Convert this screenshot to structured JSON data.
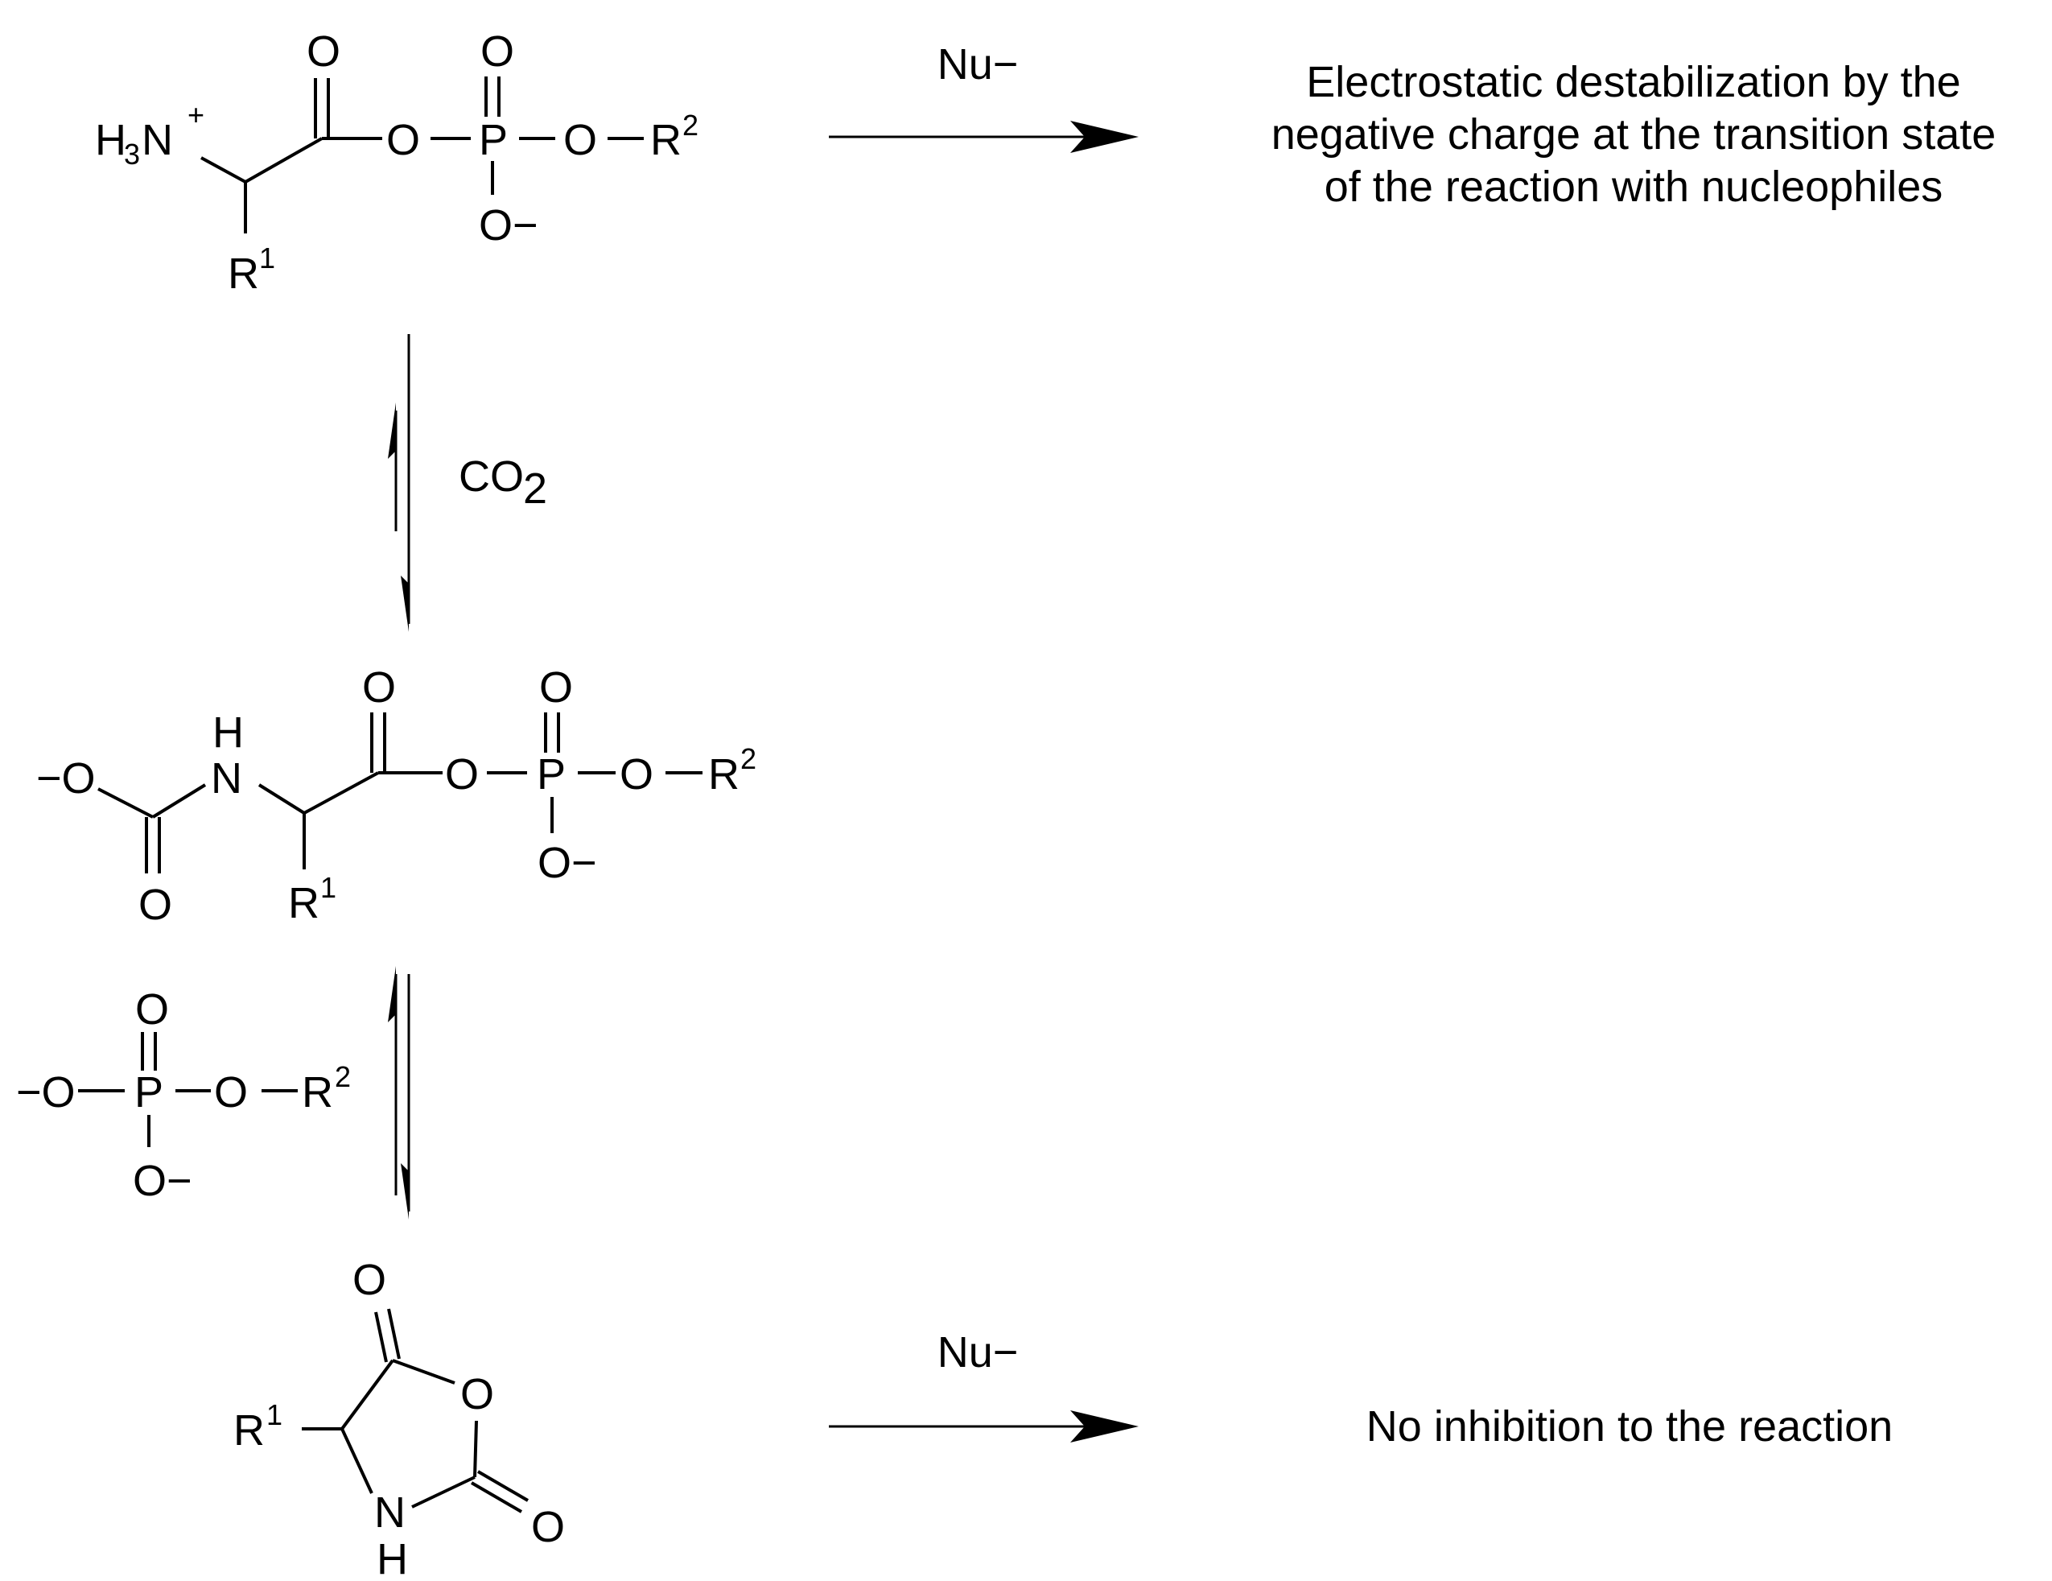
{
  "colors": {
    "ink": "#000000",
    "background": "#ffffff"
  },
  "reagents": {
    "nucleophile_top": "Nu−",
    "nucleophile_bottom": "Nu−",
    "co2": "CO",
    "co2_subscript": "2"
  },
  "results": {
    "top": [
      "Electrostatic destabilization by the",
      "negative charge at the transition state",
      "of the reaction with nucleophiles"
    ],
    "bottom": "No inhibition to the reaction"
  },
  "molecules": {
    "aminoacyl_phosphate": {
      "ammonium_h": "H",
      "ammonium_sub": "3",
      "ammonium_n": "N",
      "ammonium_charge": "+",
      "carbonyl_o": "O",
      "ester_o": "O",
      "phosphorus": "P",
      "p_double_o": "O",
      "p_oxyanion": "O−",
      "p_ester_o": "O",
      "r2": "R",
      "r2_sup": "2",
      "r1": "R",
      "r1_sup": "1"
    },
    "carbamate": {
      "carbamate_anion_o": "−O",
      "carbamate_carbonyl_o": "O",
      "nh_n": "N",
      "nh_h": "H",
      "acyl_carbonyl_o": "O",
      "ester_o": "O",
      "phosphorus": "P",
      "p_double_o": "O",
      "p_oxyanion": "O−",
      "p_ester_o": "O",
      "r2": "R",
      "r2_sup": "2",
      "r1": "R",
      "r1_sup": "1"
    },
    "phosphate_leaving_group": {
      "anion_o": "−O",
      "phosphorus": "P",
      "double_o": "O",
      "oxyanion_o": "O−",
      "ester_o": "O",
      "r2": "R",
      "r2_sup": "2"
    },
    "nca": {
      "exo_o_top": "O",
      "ring_o": "O",
      "exo_o_right": "O",
      "ring_n": "N",
      "ring_h": "H",
      "r1": "R",
      "r1_sup": "1"
    }
  }
}
